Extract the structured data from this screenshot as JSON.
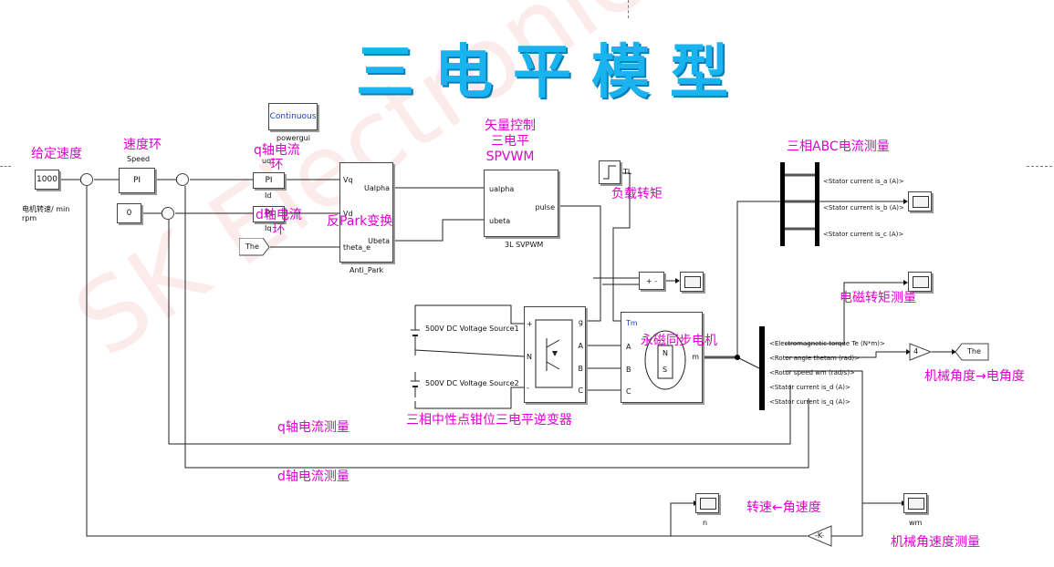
{
  "title": "三电平模型",
  "watermark": "SK Electronics",
  "colors": {
    "title": "#19b4f0",
    "annotation": "#e000d0",
    "watermark": "#e63c3c"
  },
  "annotations": {
    "speed_ref": "给定速度",
    "speed_loop": "速度环",
    "q_loop": "q轴电流\n环",
    "d_loop": "d轴电流\n环",
    "inv_park": "反Park变换",
    "svpwm": "矢量控制\n三电平\nSPVWM",
    "load_torque": "负载转矩",
    "abc_meas": "三相ABC电流测量",
    "te_meas": "电磁转矩测量",
    "pmsm": "永磁同步电机",
    "mech_to_elec": "机械角度→电角度",
    "q_meas": "q轴电流测量",
    "npc_inverter": "三相中性点钳位三电平逆变器",
    "d_meas": "d轴电流测量",
    "rpm_conv": "转速←角速度",
    "wm_meas": "机械角速度测量"
  },
  "blocks": {
    "const_1000": "1000",
    "const_0": "0",
    "speed_label": "Speed",
    "pi_label": "PI",
    "pi_q": "PI",
    "pi_d": "PI",
    "uq_label": "uq*",
    "id_label": "Id",
    "iq_label": "Iq",
    "ud_label": "ud*",
    "powergui_inner": "Continuous",
    "powergui_name": "powergui",
    "speed_unit": "电机转速/ min\nrpm",
    "theta_from": "The",
    "theta_goto": "The",
    "gain4": "4",
    "gain_k": "-K-",
    "tl": "TL",
    "n_label": "n",
    "wm_label": "wm"
  },
  "antipark": {
    "name": "Anti_Park",
    "in_vq": "Vq",
    "in_vd": "Vd",
    "in_theta": "theta_e",
    "out_ualpha": "Ualpha",
    "out_ubeta": "Ubeta"
  },
  "svpwm_block": {
    "name": "3L SVPWM",
    "in_ualpha": "ualpha",
    "in_ubeta": "ubeta",
    "out_pulse": "pulse"
  },
  "dc_sources": {
    "src1": "500V DC Voltage Source1",
    "src2": "500V DC Voltage Source2"
  },
  "inverter": {
    "p_plus": "+",
    "p_n": "N",
    "p_minus": "-",
    "g": "g",
    "a": "A",
    "b": "B",
    "c": "C"
  },
  "motor": {
    "tm": "Tm",
    "a": "A",
    "b": "B",
    "c": "C",
    "m": "m",
    "n": "N",
    "s": "S"
  },
  "bus_abc": [
    "<Stator current is_a (A)>",
    "<Stator current is_b (A)>",
    "<Stator current is_c (A)>"
  ],
  "bus_meas": [
    "<Electromagnetic torque Te (N*m)>",
    "<Rotor angle thetam (rad)>",
    "<Rotor speed wm (rad/s)>",
    "<Stator current is_d (A)>",
    "<Stator current is_q (A)>"
  ]
}
